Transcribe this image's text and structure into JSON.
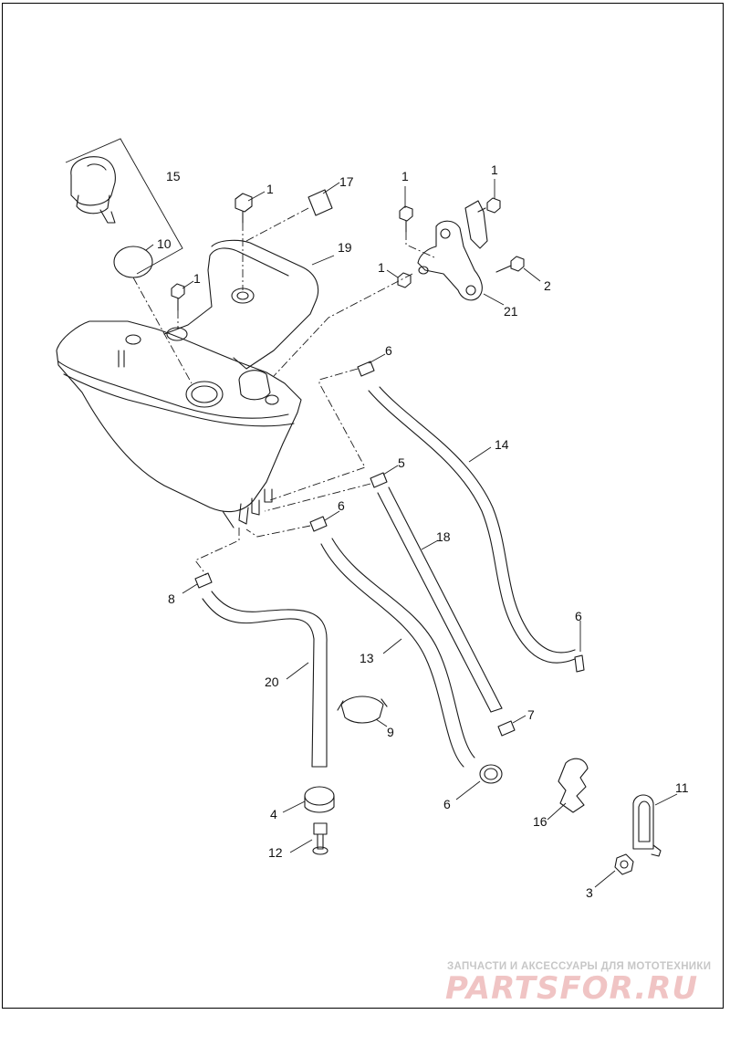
{
  "callouts": {
    "c15": "15",
    "c10": "10",
    "c1a": "1",
    "c17": "17",
    "c19": "19",
    "c1b": "1",
    "c1c": "1",
    "c1d": "1",
    "c1e": "1",
    "c2": "2",
    "c21": "21",
    "c6a": "6",
    "c14": "14",
    "c5": "5",
    "c6b": "6",
    "c18": "18",
    "c8": "8",
    "c13": "13",
    "c20": "20",
    "c6c": "6",
    "c9": "9",
    "c7": "7",
    "c6d": "6",
    "c4": "4",
    "c16": "16",
    "c11": "11",
    "c12": "12",
    "c3": "3"
  },
  "watermark": {
    "tagline": "ЗАПЧАСТИ И АКСЕССУАРЫ ДЛЯ МОТОТЕХНИКИ",
    "logo": "PARTSFOR.RU"
  }
}
